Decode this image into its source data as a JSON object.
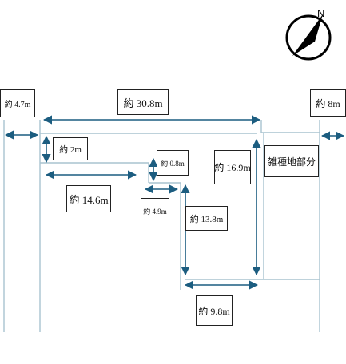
{
  "compass": {
    "north_symbol": "N",
    "icon": "north-arrow-icon"
  },
  "colors": {
    "boundary": "#a9c3cf",
    "dimension": "#1c5d80",
    "label_border": "#222222"
  },
  "labels": {
    "road_left": "約 4.7m",
    "top_width": "約 30.8m",
    "road_right": "約 8m",
    "step_2": "約 2m",
    "step_0_8": "約 0.8m",
    "depth_16_9": "約 16.9m",
    "other_area": "雑種地部分",
    "width_14_6": "約 14.6m",
    "width_4_9": "約 4.9m",
    "depth_13_8": "約 13.8m",
    "width_9_8": "約 9.8m"
  }
}
